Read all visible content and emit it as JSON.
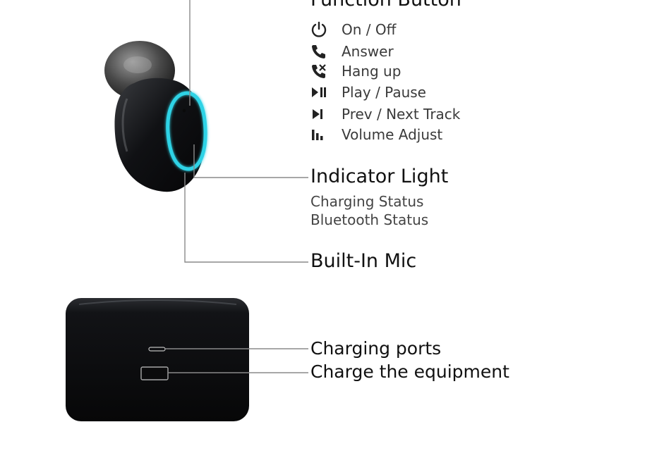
{
  "function_button": {
    "title": "Function Button",
    "items": [
      {
        "icon": "power-icon",
        "label": "On / Off"
      },
      {
        "icon": "phone-icon",
        "label": "Answer"
      },
      {
        "icon": "hang-up-icon",
        "label": "Hang up"
      },
      {
        "icon": "play-pause-icon",
        "label": "Play / Pause"
      },
      {
        "icon": "skip-track-icon",
        "label": "Prev / Next Track"
      },
      {
        "icon": "volume-bars-icon",
        "label": "Volume Adjust"
      }
    ]
  },
  "indicator_light": {
    "title": "Indicator Light",
    "details": [
      "Charging Status",
      "Bluetooth Status"
    ]
  },
  "built_in_mic": {
    "title": "Built-In Mic"
  },
  "charging_ports": {
    "title": "Charging ports"
  },
  "charge_equipment": {
    "title": "Charge the equipment"
  },
  "colors": {
    "indicator_glow": "#2fd3e6",
    "device_body": "#121316",
    "leader_line": "#8a8a8a"
  }
}
